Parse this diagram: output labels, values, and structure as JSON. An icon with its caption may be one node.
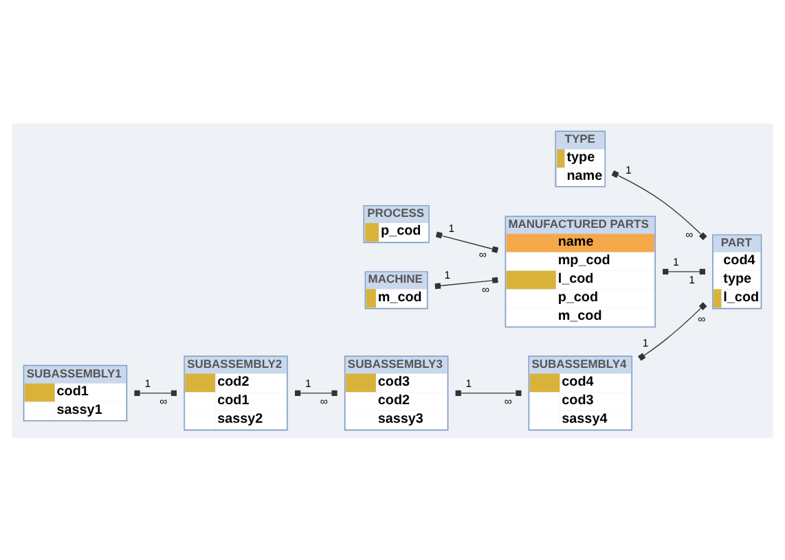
{
  "diagram": {
    "nodes": [
      {
        "text": [
          "SUBASSEMBLY3",
          "cod3",
          "cod2",
          "sassy3"
        ]
      },
      {
        "text": [
          "SUBASSEMBLY4",
          "cod4",
          "cod3",
          "sassy4"
        ]
      },
      {
        "text": [
          "SUBASSEMBLY2",
          "cod2",
          "cod1",
          "sassy2"
        ]
      },
      {
        "text": [
          "PART",
          "cod4",
          "type",
          "l_cod"
        ]
      },
      {
        "text": [
          "TYPE",
          "type",
          "name"
        ]
      },
      {
        "text": [
          "SUBASSEMBLY1",
          "cod1",
          "sassy1"
        ]
      },
      {
        "text": [
          "MANUFACTURED PARTS",
          "name",
          "mp_cod",
          "l_cod",
          "p_cod",
          "m_cod"
        ]
      },
      {
        "text": [
          "PROCESS",
          "p_cod"
        ]
      },
      {
        "text": [
          "MACHINE",
          "m_cod"
        ]
      }
    ],
    "edges": [
      {
        "from": 0,
        "to": 1,
        "arrow": "other"
      },
      {
        "from": 2,
        "to": 0,
        "arrow": "other"
      },
      {
        "from": 5,
        "to": 2,
        "arrow": "other"
      },
      {
        "from": 1,
        "to": 3,
        "arrow": "other"
      },
      {
        "from": 4,
        "to": 3,
        "arrow": "other"
      },
      {
        "from": 6,
        "to": 3,
        "arrow": "other"
      },
      {
        "from": 7,
        "to": 6,
        "arrow": "other"
      },
      {
        "from": 8,
        "to": 6,
        "arrow": "other"
      }
    ],
    "labels": [
      "1",
      "∞",
      "1",
      "∞",
      "1",
      "∞",
      "1",
      "∞",
      "1",
      "∞",
      "1",
      "1",
      "1",
      "∞",
      "1",
      "∞"
    ]
  }
}
